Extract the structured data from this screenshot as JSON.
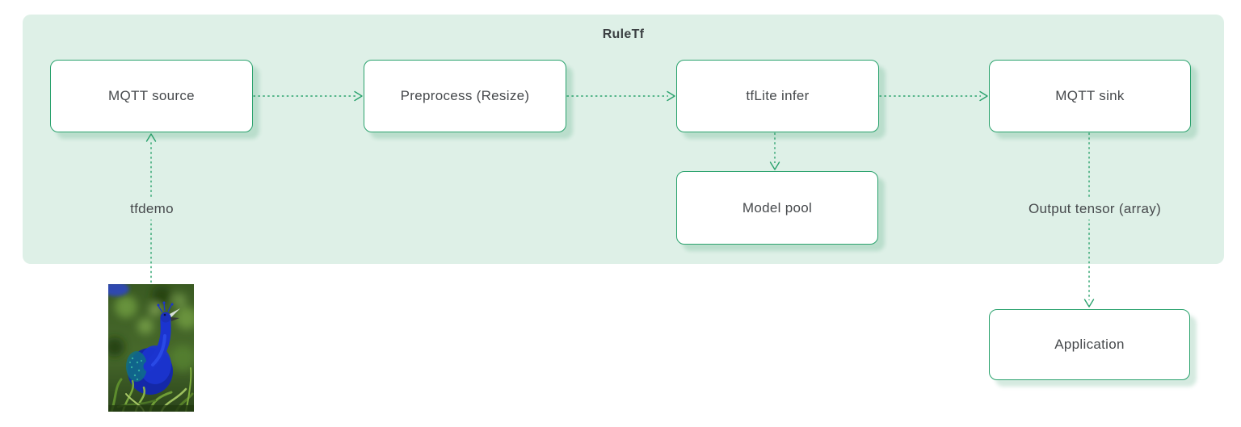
{
  "diagram": {
    "title": "RuleTf",
    "nodes": {
      "mqtt_source": {
        "label": "MQTT source"
      },
      "preprocess": {
        "label": "Preprocess (Resize)"
      },
      "tflite_infer": {
        "label": "tfLite infer"
      },
      "mqtt_sink": {
        "label": "MQTT sink"
      },
      "model_pool": {
        "label": "Model pool"
      },
      "application": {
        "label": "Application"
      }
    },
    "edge_labels": {
      "input_topic": "tfdemo",
      "output": "Output tensor (array)"
    },
    "edges": [
      {
        "from": "input-image-peacock",
        "to": "mqtt_source",
        "label": "tfdemo",
        "direction": "up"
      },
      {
        "from": "mqtt_source",
        "to": "preprocess",
        "direction": "right"
      },
      {
        "from": "preprocess",
        "to": "tflite_infer",
        "direction": "right"
      },
      {
        "from": "tflite_infer",
        "to": "mqtt_sink",
        "direction": "right"
      },
      {
        "from": "tflite_infer",
        "to": "model_pool",
        "direction": "down"
      },
      {
        "from": "mqtt_sink",
        "to": "application",
        "label": "Output tensor (array)",
        "direction": "down"
      }
    ],
    "input_image": "peacock-photo",
    "colors": {
      "panel_background": "#def0e7",
      "node_border": "#2aa26d",
      "node_background": "#ffffff",
      "arrow": "#2aa26d",
      "text": "#46494c"
    }
  }
}
